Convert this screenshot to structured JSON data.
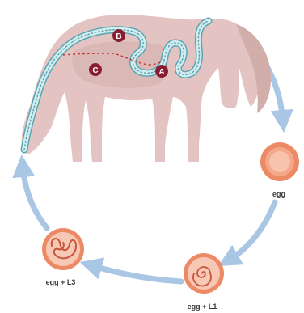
{
  "markers": {
    "a": "A",
    "b": "B",
    "c": "C"
  },
  "stages": {
    "egg": "egg",
    "egg_l1": "egg + L1",
    "egg_l3": "egg + L3"
  },
  "colors": {
    "horse": "#e3c4c2",
    "horse_shadow": "#d2aeab",
    "gut_fill": "#d3ecee",
    "gut_dots": "#5aa6b4",
    "marker": "#8b1d33",
    "arrow": "#a9c6e4",
    "egg_shell": "#ec8a66",
    "egg_core": "#f7c9b5"
  }
}
